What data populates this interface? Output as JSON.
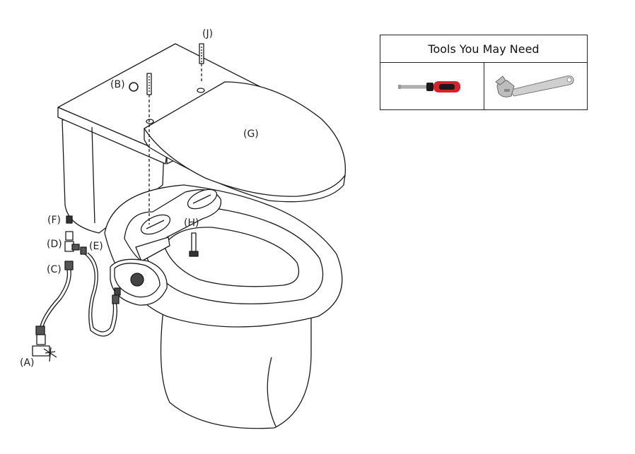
{
  "tools": {
    "title": "Tools You May Need",
    "items": [
      {
        "icon": "screwdriver-icon"
      },
      {
        "icon": "adjustable-wrench-icon"
      }
    ]
  },
  "labels": {
    "a": "(A)",
    "b": "(B)",
    "c": "(C)",
    "d": "(D)",
    "e": "(E)",
    "f": "(F)",
    "g": "(G)",
    "h": "(H)",
    "j": "(J)"
  },
  "colors": {
    "screwdriver_handle": "#d8222b",
    "screwdriver_grip": "#1a1a1a",
    "metal": "#b5b5b5",
    "line": "#1a1a1a"
  }
}
